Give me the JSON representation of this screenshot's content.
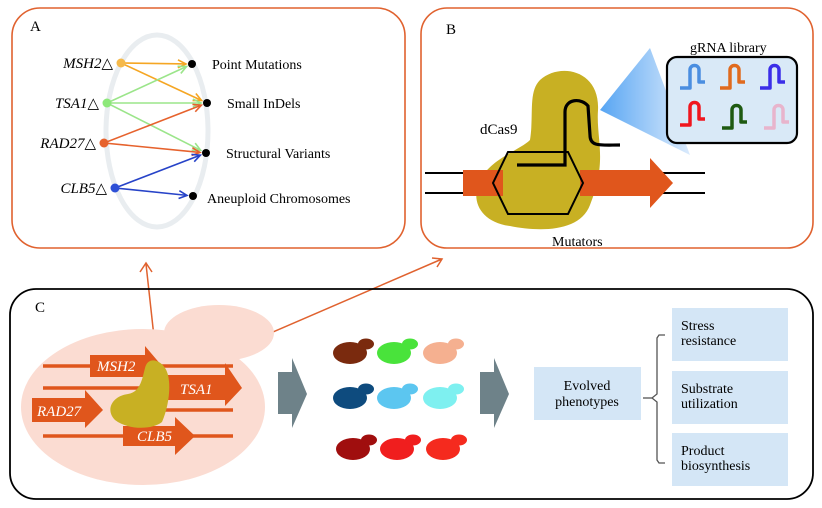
{
  "colors": {
    "panel_border_orange": "#e0622f",
    "panel_border_black": "#000000",
    "gene_orange": "#e0561c",
    "dcas9": "#c8b023",
    "cell_pink": "#fbdcd2",
    "gray_arrow": "#6e8289",
    "box_blue": "#d4e6f6",
    "grna_box": "#d9e9f7"
  },
  "panel_a": {
    "label": "A",
    "genes": [
      {
        "name": "MSH2",
        "symbol": "△",
        "color": "#f5b94a"
      },
      {
        "name": "TSA1",
        "symbol": "△",
        "color": "#8de87a"
      },
      {
        "name": "RAD27",
        "symbol": "△",
        "color": "#e6622d"
      },
      {
        "name": "CLB5",
        "symbol": "△",
        "color": "#2d4fd6"
      }
    ],
    "outcomes": [
      "Point Mutations",
      "Small InDels",
      "Structural Variants",
      "Aneuploid Chromosomes"
    ],
    "edges": [
      {
        "from": 0,
        "to": 0,
        "color": "#f5a623"
      },
      {
        "from": 0,
        "to": 1,
        "color": "#f5a623"
      },
      {
        "from": 1,
        "to": 0,
        "color": "#9be58a"
      },
      {
        "from": 1,
        "to": 1,
        "color": "#9be58a"
      },
      {
        "from": 1,
        "to": 2,
        "color": "#9be58a"
      },
      {
        "from": 2,
        "to": 1,
        "color": "#e6622d"
      },
      {
        "from": 2,
        "to": 2,
        "color": "#e6622d"
      },
      {
        "from": 3,
        "to": 2,
        "color": "#2743c8"
      },
      {
        "from": 3,
        "to": 3,
        "color": "#2743c8"
      }
    ]
  },
  "panel_b": {
    "label": "B",
    "protein_label": "dCas9",
    "caption": "Mutators",
    "library_title": "gRNA library",
    "grna_colors": [
      "#4a8ee0",
      "#e06a1e",
      "#3b2ee8",
      "#f0161e",
      "#1f5a12",
      "#e8b4cc"
    ]
  },
  "panel_c": {
    "label": "C",
    "genes": [
      "MSH2",
      "TSA1",
      "RAD27",
      "CLB5"
    ],
    "cell_colors": [
      [
        "#7a2a0e",
        "#49e33b",
        "#f5b090"
      ],
      [
        "#0e4b7e",
        "#5cc6f0",
        "#7ef0f0"
      ],
      [
        "#a00e0e",
        "#f01e1e",
        "#f52a1e"
      ]
    ],
    "evolved_label_line1": "Evolved",
    "evolved_label_line2": "phenotypes",
    "phenotypes": [
      {
        "line1": "Stress",
        "line2": "resistance"
      },
      {
        "line1": "Substrate",
        "line2": "utilization"
      },
      {
        "line1": "Product",
        "line2": "biosynthesis"
      }
    ]
  }
}
